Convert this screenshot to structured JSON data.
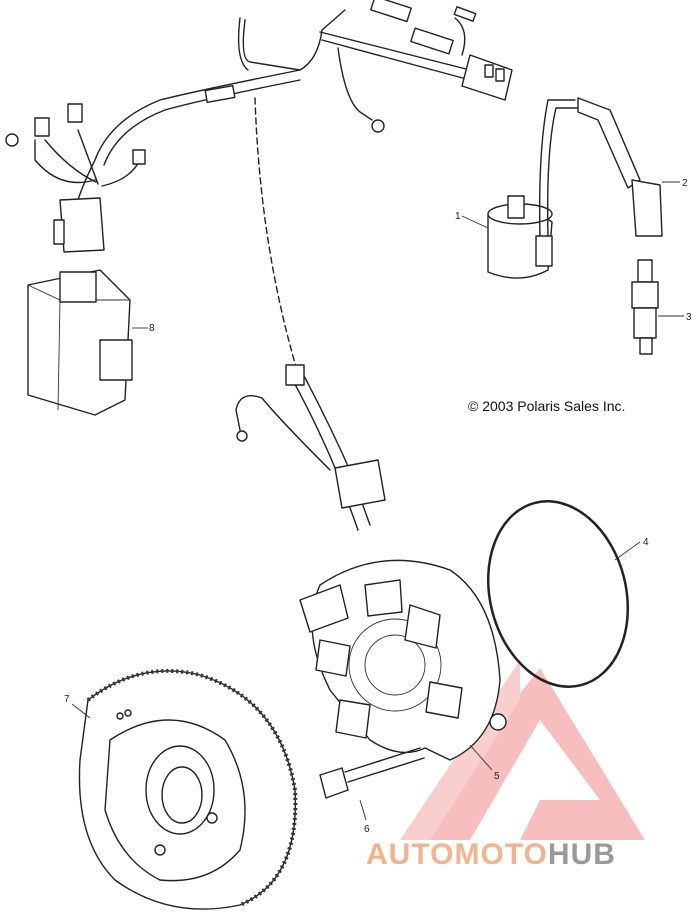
{
  "copyright": "© 2003 Polaris Sales Inc.",
  "callouts": {
    "coil": "1",
    "boot": "2",
    "plug": "3",
    "oring": "4",
    "stator": "5",
    "bolt": "6",
    "flywheel": "7",
    "cdi": "8"
  },
  "watermark": {
    "part1": "AUTO",
    "part2": "MOTO",
    "part3": "HUB",
    "color_orange": "#f2b48a",
    "color_gray": "#9a9a9a",
    "color_triangle": "#ef8a8a"
  }
}
